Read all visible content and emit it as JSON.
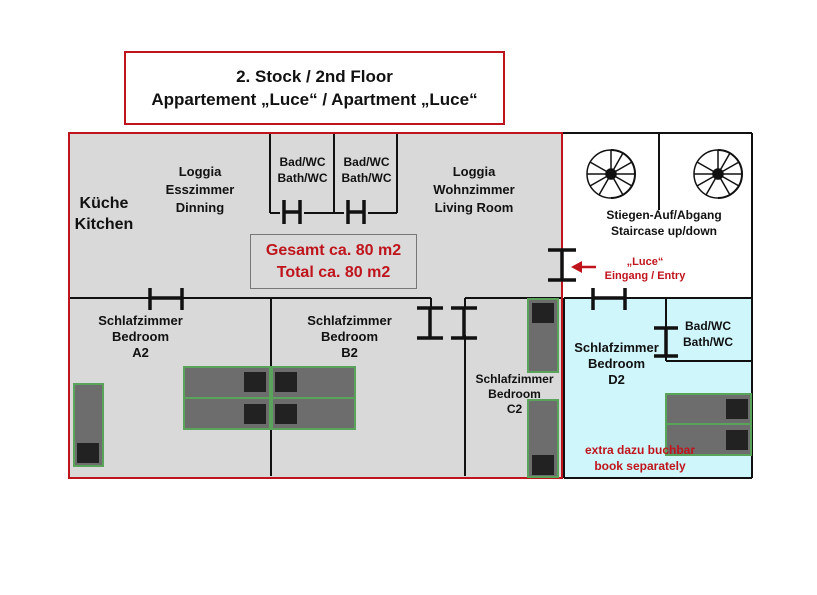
{
  "title": {
    "line1": "2. Stock / 2nd Floor",
    "line2": "Appartement „Luce“ / Apartment „Luce“"
  },
  "rooms": {
    "kitchen": [
      "Küche",
      "Kitchen"
    ],
    "loggia_dining": [
      "Loggia",
      "Esszimmer",
      "Dinning"
    ],
    "bath_1": [
      "Bad/WC",
      "Bath/WC"
    ],
    "bath_2": [
      "Bad/WC",
      "Bath/WC"
    ],
    "loggia_living": [
      "Loggia",
      "Wohnzimmer",
      "Living Room"
    ],
    "staircase": [
      "Stiegen-Auf/Abgang",
      "Staircase up/down"
    ],
    "bedroom_a2": [
      "Schlafzimmer",
      "Bedroom",
      "A2"
    ],
    "bedroom_b2": [
      "Schlafzimmer",
      "Bedroom",
      "B2"
    ],
    "bedroom_c2": [
      "Schlafzimmer",
      "Bedroom",
      "C2"
    ],
    "bedroom_d2": [
      "Schlafzimmer",
      "Bedroom",
      "D2"
    ],
    "bath_d2": [
      "Bad/WC",
      "Bath/WC"
    ]
  },
  "total": {
    "line1": "Gesamt ca. 80 m2",
    "line2": "Total ca. 80 m2"
  },
  "entrance": {
    "line1": "„Luce“",
    "line2": "Eingang / Entry"
  },
  "extra_note": {
    "line1": "extra dazu buchbar",
    "line2": "book separately"
  },
  "colors": {
    "apartment_fill": "#d9d9d9",
    "apartment_border": "#c0141c",
    "extra_room_fill": "#cff6fb",
    "bed_fill": "#6d6d6d",
    "bed_border": "#5aa35a",
    "pillow": "#222222",
    "accent_red": "#c0141c"
  }
}
